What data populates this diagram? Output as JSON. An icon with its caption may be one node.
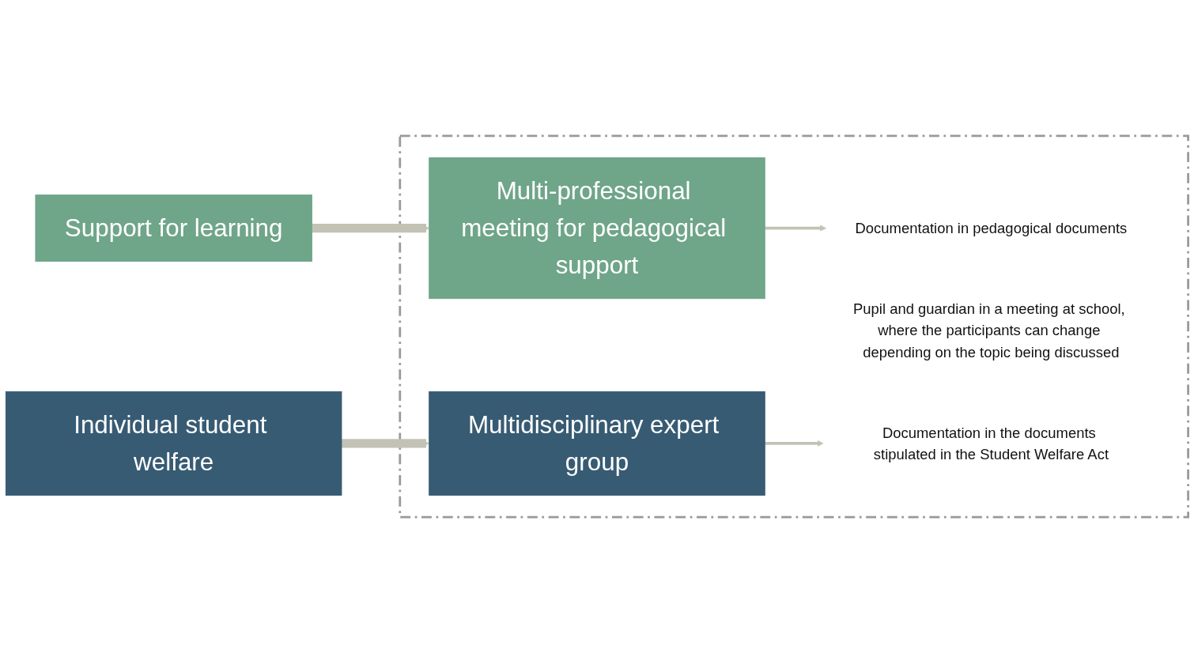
{
  "diagram": {
    "nodes": [
      {
        "text": [
          "Support for learning"
        ]
      },
      {
        "text": [
          "Individual student welfare"
        ]
      },
      {
        "text": [],
        "shape": "box"
      },
      {
        "text": [
          "Documentation in pedagogical documents"
        ],
        "in": 2
      },
      {
        "text": [
          "Multi-professional meeting for pedagogical support"
        ],
        "in": 2
      },
      {
        "text": [
          "Multidisciplinary expert group"
        ],
        "in": 2
      },
      {
        "text": [
          "Pupil and guardian in a meeting at school, where the participants can change depending on the topic being discussed"
        ],
        "in": 2
      },
      {
        "text": [
          "Documentation in the documents stipulated in the Student Welfare Act"
        ],
        "in": 2
      }
    ],
    "edges": [
      {
        "from": 0,
        "to": 4,
        "arrow": "to",
        "style": "thick"
      },
      {
        "from": 1,
        "to": 5,
        "arrow": "to",
        "style": "thick"
      },
      {
        "from": 4,
        "to": 3,
        "arrow": "to"
      },
      {
        "from": 5,
        "to": 7,
        "arrow": "to"
      }
    ]
  }
}
